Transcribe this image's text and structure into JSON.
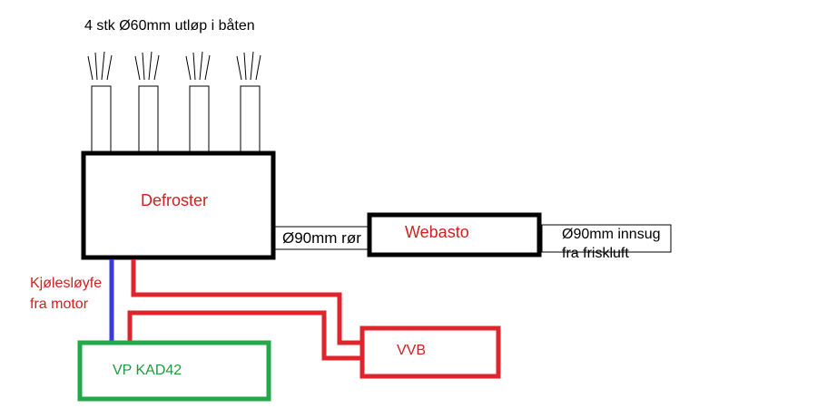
{
  "outlets": {
    "caption": "4 stk Ø60mm utløp i båten",
    "count": 4
  },
  "defroster": {
    "label": "Defroster"
  },
  "webasto": {
    "label": "Webasto"
  },
  "duct": {
    "label": "Ø90mm rør"
  },
  "intake": {
    "line1": "Ø90mm innsug",
    "line2": "fra friskluft"
  },
  "coolant": {
    "line1": "Kjølesløyfe",
    "line2": "fra motor"
  },
  "vvb": {
    "label": "VVB"
  },
  "vp": {
    "label": "VP KAD42"
  },
  "colors": {
    "box_black": "#000000",
    "text_red": "#d02020",
    "pipe_red": "#e0242c",
    "pipe_blue": "#3b3bd6",
    "box_green": "#22a84a",
    "text_green": "#1f9a40"
  }
}
